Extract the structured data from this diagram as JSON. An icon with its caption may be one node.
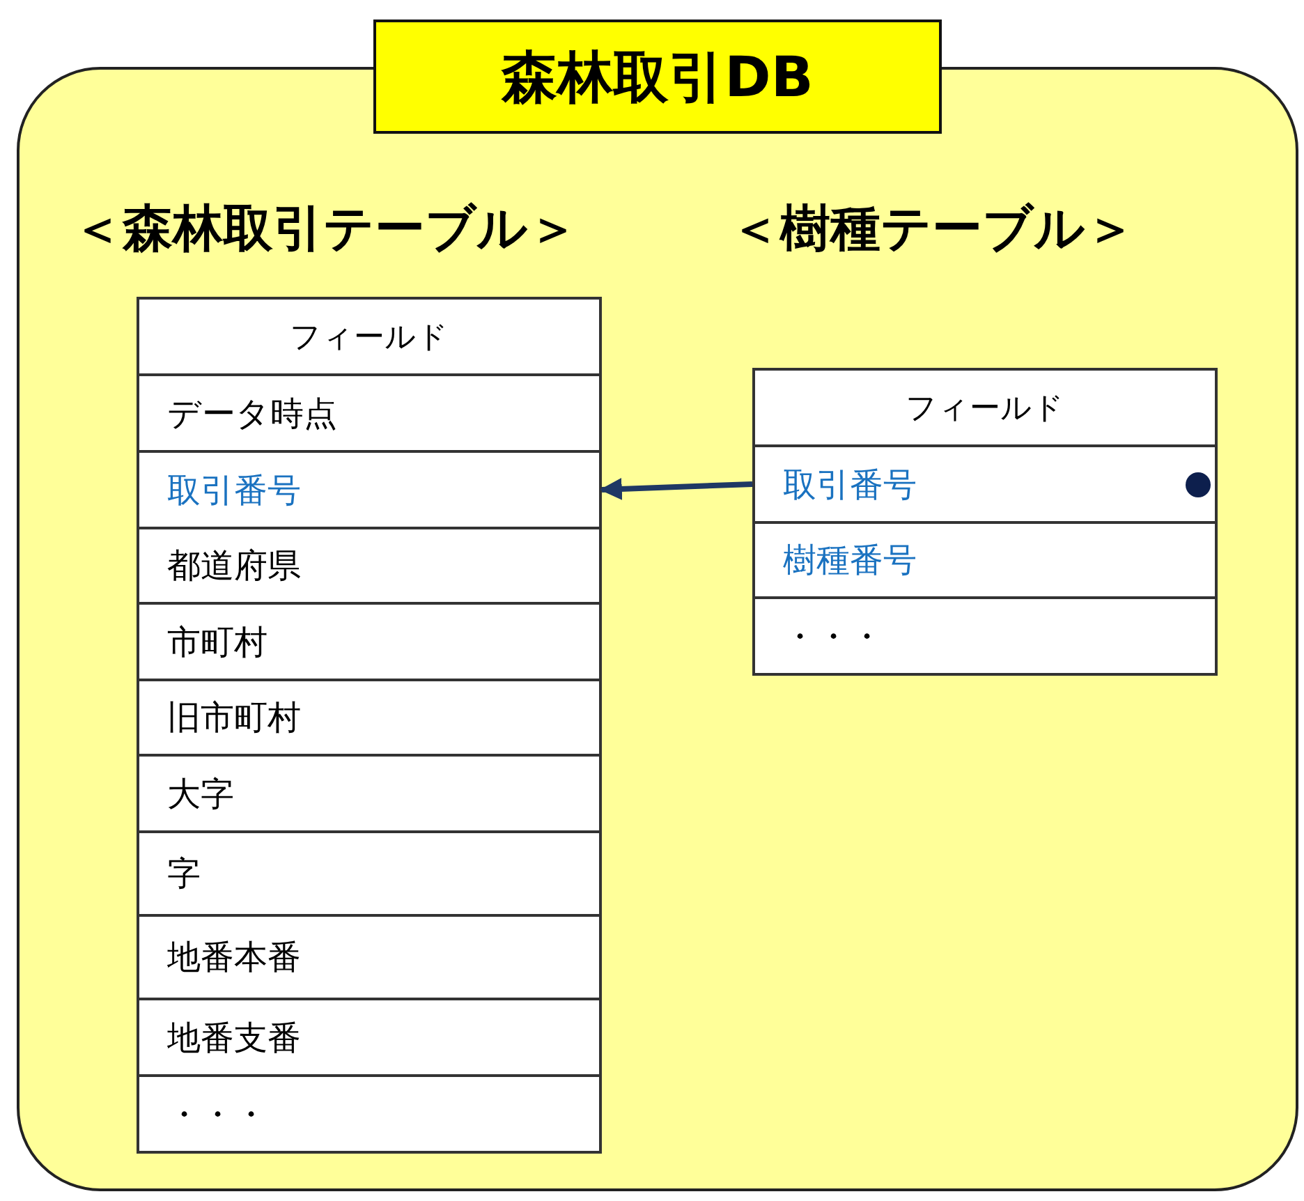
{
  "diagram": {
    "nodes": [
      {
        "text": [
          "森林取引DB"
        ]
      },
      {
        "text": [
          "＜森林取引テーブル＞"
        ],
        "in": 0
      },
      {
        "text": [
          "フィールド"
        ],
        "in": 1
      },
      {
        "text": [
          "データ時点"
        ],
        "in": 1
      },
      {
        "text": [
          "取引番号"
        ],
        "in": 1
      },
      {
        "text": [
          "都道府県"
        ],
        "in": 1
      },
      {
        "text": [
          "市町村"
        ],
        "in": 1
      },
      {
        "text": [
          "旧市町村"
        ],
        "in": 1
      },
      {
        "text": [
          "大字"
        ],
        "in": 1
      },
      {
        "text": [
          "字"
        ],
        "in": 1
      },
      {
        "text": [
          "地番本番"
        ],
        "in": 1
      },
      {
        "text": [
          "地番支番"
        ],
        "in": 1
      },
      {
        "text": [
          "・・・"
        ],
        "in": 1
      },
      {
        "text": [
          "＜樹種テーブル＞"
        ],
        "in": 0
      },
      {
        "text": [
          "フィールド"
        ],
        "in": 13
      },
      {
        "text": [
          "取引番号"
        ],
        "in": 13
      },
      {
        "text": [
          "樹種番号"
        ],
        "in": 13
      },
      {
        "text": [
          "・・・"
        ],
        "in": 13
      }
    ],
    "edges": [
      {
        "from": 15,
        "to": 4,
        "arrow": "to"
      }
    ]
  }
}
